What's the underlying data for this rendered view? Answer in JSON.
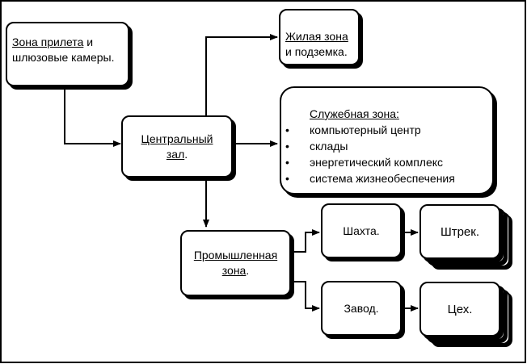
{
  "nodes": {
    "arrival": {
      "line1": "Зона прилета",
      "line1_suffix": " и",
      "line2": "шлюзовые камеры."
    },
    "residential": {
      "line1": "Жилая зона",
      "line2": "и подземка."
    },
    "central": {
      "line1": "Центральный",
      "line2": "зал",
      "line2_suffix": "."
    },
    "service": {
      "title": "Служебная зона:",
      "items": [
        "компьютерный центр",
        "склады",
        "энергетический комплекс",
        "система жизнеобеспечения"
      ]
    },
    "industrial": {
      "line1": "Промышленная",
      "line2": "зона",
      "line2_suffix": "."
    },
    "mine": {
      "label": "Шахта."
    },
    "drift": {
      "label": "Штрек."
    },
    "factory": {
      "label": "Завод."
    },
    "workshop": {
      "label": "Цех."
    }
  }
}
